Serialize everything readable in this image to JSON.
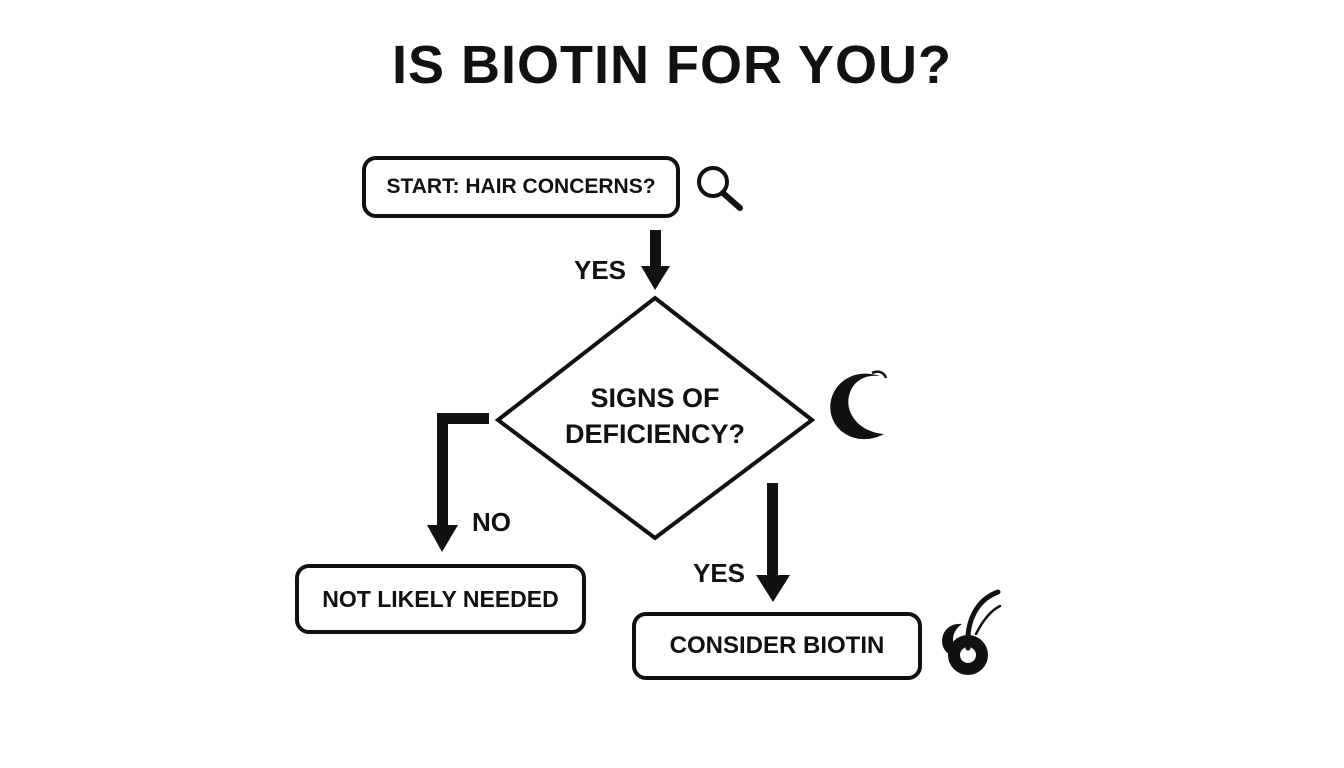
{
  "title": "IS BIOTIN FOR YOU?",
  "nodes": {
    "start": "START: HAIR CONCERNS?",
    "decision_line1": "SIGNS OF",
    "decision_line2": "DEFICIENCY?",
    "not_needed": "NOT LIKELY NEEDED",
    "consider": "CONSIDER BIOTIN"
  },
  "edges": {
    "start_to_decision": "YES",
    "decision_no": "NO",
    "decision_yes": "YES"
  },
  "icons": {
    "start": "magnifying-glass-icon",
    "decision": "crescent-moon-icon",
    "consider": "hair-follicle-icon"
  },
  "colors": {
    "ink": "#111111",
    "background": "#ffffff"
  }
}
